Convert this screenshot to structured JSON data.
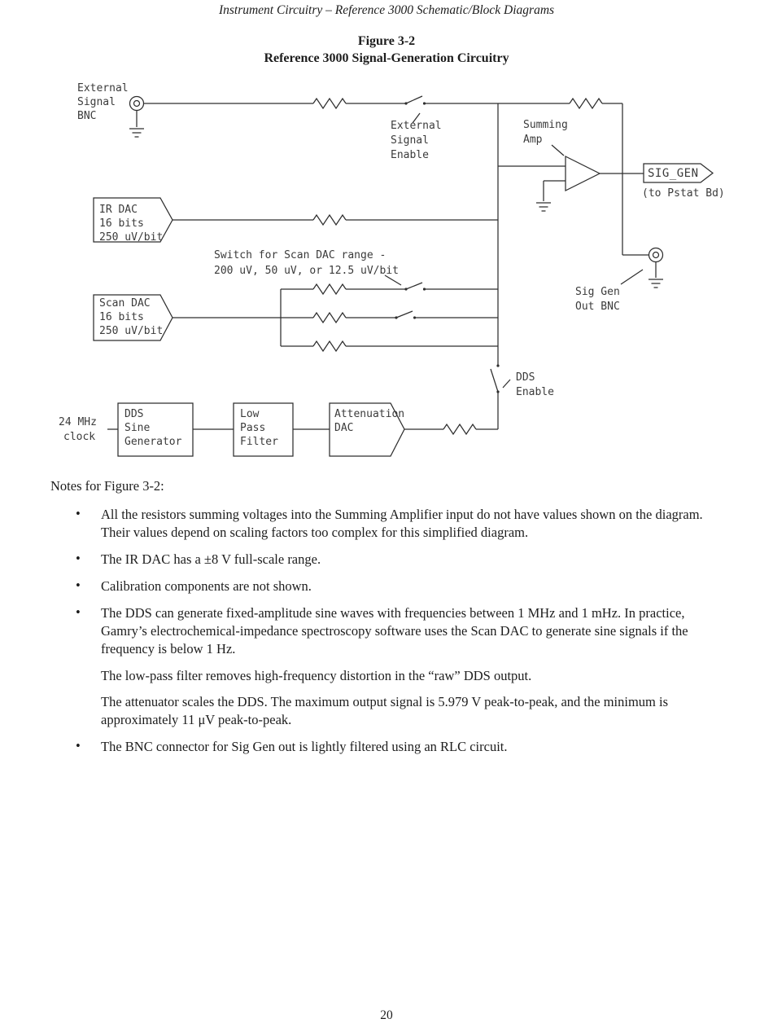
{
  "page": {
    "header": "Instrument Circuitry – Reference 3000 Schematic/Block Diagrams",
    "figure_label": "Figure 3-2",
    "figure_title": "Reference 3000 Signal-Generation Circuitry",
    "page_number": "20"
  },
  "diagram": {
    "external_bnc": [
      "External",
      "Signal",
      "BNC"
    ],
    "external_enable": [
      "External",
      "Signal",
      "Enable"
    ],
    "summing_amp": [
      "Summing",
      "Amp"
    ],
    "sig_gen_flag": "SIG_GEN",
    "to_pstat": "(to Pstat Bd)",
    "ir_dac": [
      "IR DAC",
      "16 bits",
      "250 uV/bit"
    ],
    "scan_range_note": [
      "Switch for Scan DAC range -",
      "200 uV, 50 uV, or 12.5 uV/bit"
    ],
    "scan_dac": [
      "Scan DAC",
      "16 bits",
      "250 uV/bit"
    ],
    "sig_gen_out": [
      "Sig Gen",
      "Out BNC"
    ],
    "dds_enable": [
      "DDS",
      "Enable"
    ],
    "clock": [
      "24 MHz",
      "clock"
    ],
    "dds_generator": [
      "DDS",
      "Sine",
      "Generator"
    ],
    "low_pass_filter": [
      "Low",
      "Pass",
      "Filter"
    ],
    "attenuation_dac": [
      "Attenuation",
      "DAC"
    ]
  },
  "notes": {
    "heading": "Notes for Figure 3-2:",
    "bullet_char": "•",
    "items": [
      {
        "bullet": true,
        "text": "All the resistors summing voltages into the Summing Amplifier input do not have values shown on the diagram. Their values depend on scaling factors too complex for this simplified diagram."
      },
      {
        "bullet": true,
        "text": "The IR DAC has a ±8 V full-scale range."
      },
      {
        "bullet": true,
        "text": "Calibration components are not shown."
      },
      {
        "bullet": true,
        "text": "The DDS can generate fixed-amplitude sine waves with frequencies between 1 MHz and 1 mHz. In practice, Gamry’s electrochemical-impedance spectroscopy software uses the Scan DAC to generate sine signals if the frequency is below 1 Hz."
      },
      {
        "bullet": false,
        "text": "The low-pass filter removes high-frequency distortion in the “raw” DDS output."
      },
      {
        "bullet": false,
        "text": "The attenuator scales the DDS. The maximum output signal is 5.979 V peak-to-peak, and the minimum is approximately 11 μV peak-to-peak."
      },
      {
        "bullet": true,
        "text": "The BNC connector for Sig Gen out is lightly filtered using an RLC circuit."
      }
    ]
  }
}
